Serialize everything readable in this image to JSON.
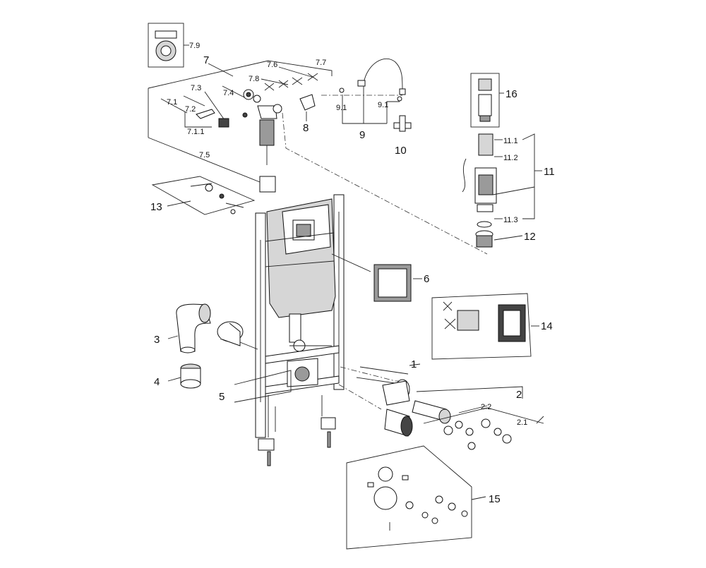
{
  "labels": {
    "p1": "1",
    "p2": "2",
    "p2_1": "2.1",
    "p2_2": "2.2",
    "p3": "3",
    "p4": "4",
    "p5": "5",
    "p6": "6",
    "p7": "7",
    "p7_1": "7.1",
    "p7_1_1": "7.1.1",
    "p7_2": "7.2",
    "p7_3": "7.3",
    "p7_4": "7.4",
    "p7_5": "7.5",
    "p7_6": "7.6",
    "p7_7": "7.7",
    "p7_8": "7.8",
    "p7_9": "7.9",
    "p8": "8",
    "p9": "9",
    "p9_1a": "9.1",
    "p9_1b": "9.1",
    "p10": "10",
    "p11": "11",
    "p11_1": "11.1",
    "p11_2": "11.2",
    "p11_3": "11.3",
    "p12": "12",
    "p13": "13",
    "p14": "14",
    "p15": "15",
    "p16": "16"
  }
}
